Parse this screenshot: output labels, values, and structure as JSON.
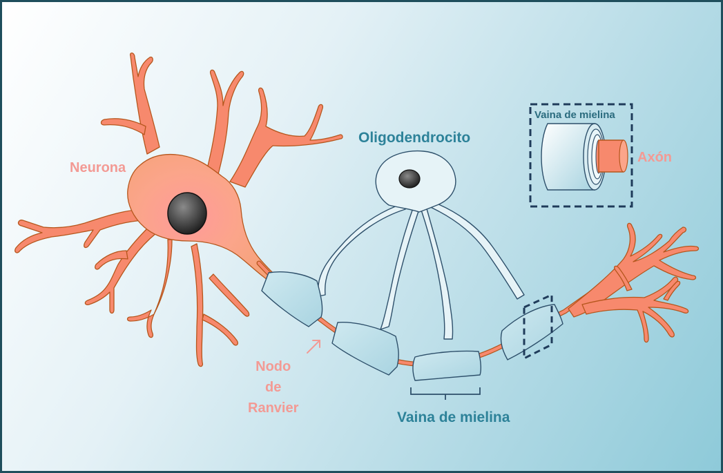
{
  "labels": {
    "neuron": "Neurona",
    "oligodendrocyte": "Oligodendrocito",
    "node_of_ranvier_lines": [
      "Nodo",
      "de",
      "Ranvier"
    ],
    "myelin_sheath": "Vaina de mielina",
    "inset_myelin_sheath": "Vaina de mielina",
    "inset_axon": "Axón"
  },
  "colors": {
    "background_start": "#ffffff",
    "background_end": "#8ecad9",
    "border": "#1f4e5c",
    "neuron_fill": "#f7896d",
    "neuron_core": "#ff9a9a",
    "neuron_stroke": "#b5561c",
    "myelin_fill": "#b7dde8",
    "myelin_stroke": "#2d4f6a",
    "label_pink": "#f39a94",
    "label_teal": "#2d8299",
    "inset_frame": "#1f3b5a"
  },
  "icons": {
    "nucleus": "dark-oval",
    "node_arrow": "pink-arrow",
    "inset_box": "dashed-rectangle",
    "sheath_bracket": "bracket"
  }
}
